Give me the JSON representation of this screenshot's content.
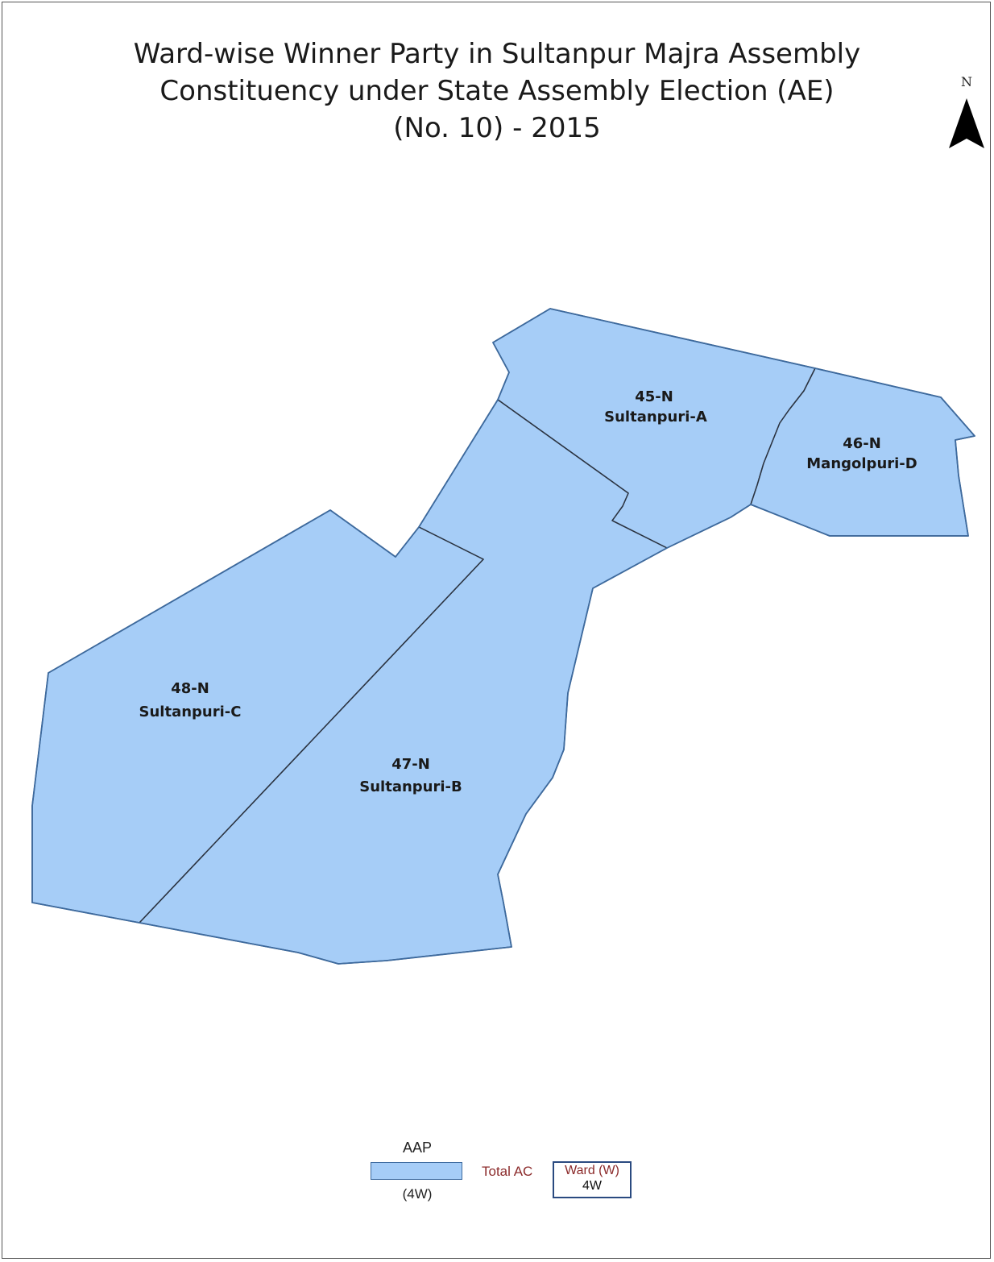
{
  "title": {
    "line1": "Ward-wise Winner Party in Sultanpur Majra Assembly",
    "line2": "Constituency under State Assembly Election (AE)",
    "line3": "(No. 10) - 2015"
  },
  "north_arrow": {
    "label": "N",
    "icon": "north-arrow-icon"
  },
  "colors": {
    "aap_fill": "#a6cdf7",
    "boundary_stroke": "#3d6a9e",
    "ward_border": "#2b3340"
  },
  "wards": [
    {
      "code": "45-N",
      "name": "Sultanpuri-A",
      "party": "AAP"
    },
    {
      "code": "46-N",
      "name": "Mangolpuri-D",
      "party": "AAP"
    },
    {
      "code": "47-N",
      "name": "Sultanpuri-B",
      "party": "AAP"
    },
    {
      "code": "48-N",
      "name": "Sultanpuri-C",
      "party": "AAP"
    }
  ],
  "legend": {
    "party": "AAP",
    "party_count": "(4W)",
    "total_label": "Total AC",
    "ward_header": "Ward (W)",
    "ward_total": "4W"
  }
}
